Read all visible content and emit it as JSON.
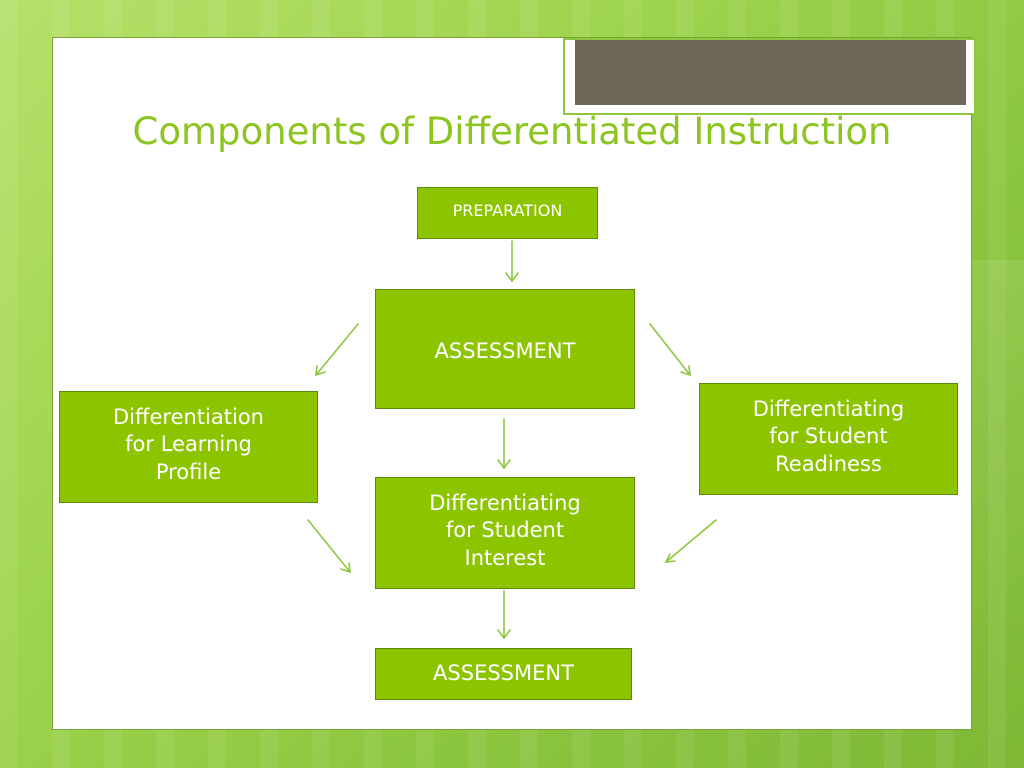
{
  "title": "Components of Differentiated Instruction",
  "nodes": {
    "preparation": "PREPARATION",
    "assessment_top": "ASSESSMENT",
    "learning_profile": "Differentiation\nfor Learning\nProfile",
    "readiness": "Differentiating\nfor Student\nReadiness",
    "interest": "Differentiating\nfor Student\nInterest",
    "assessment_bottom": "ASSESSMENT"
  },
  "colors": {
    "box_fill": "#8dc400",
    "title": "#8cc420",
    "arrow": "#8dc63f",
    "photo": "#6f6758"
  }
}
